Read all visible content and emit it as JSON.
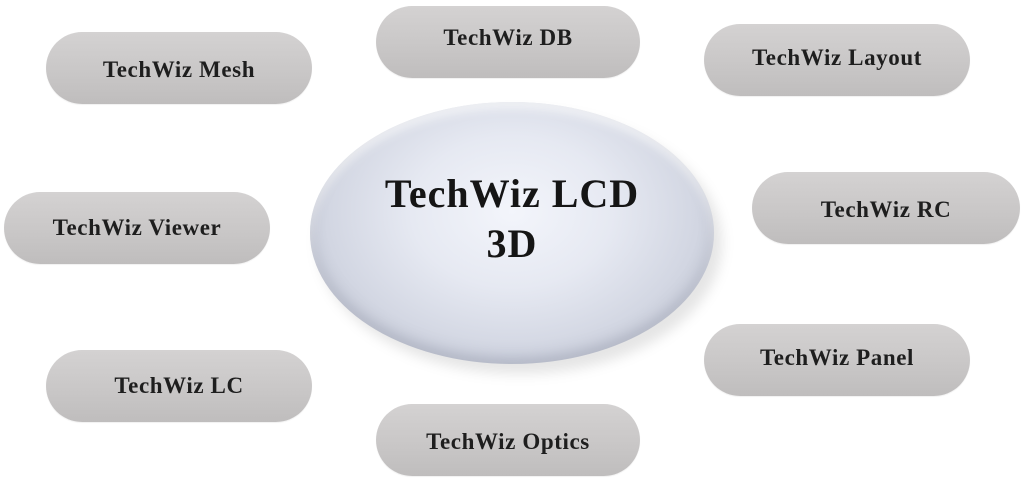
{
  "diagram": {
    "center": {
      "line1": "TechWiz LCD",
      "line2": "3D"
    },
    "modules": {
      "db": "TechWiz DB",
      "mesh": "TechWiz Mesh",
      "layout": "TechWiz Layout",
      "viewer": "TechWiz Viewer",
      "rc": "TechWiz RC",
      "lc": "TechWiz LC",
      "panel": "TechWiz Panel",
      "optics": "TechWiz Optics"
    }
  }
}
